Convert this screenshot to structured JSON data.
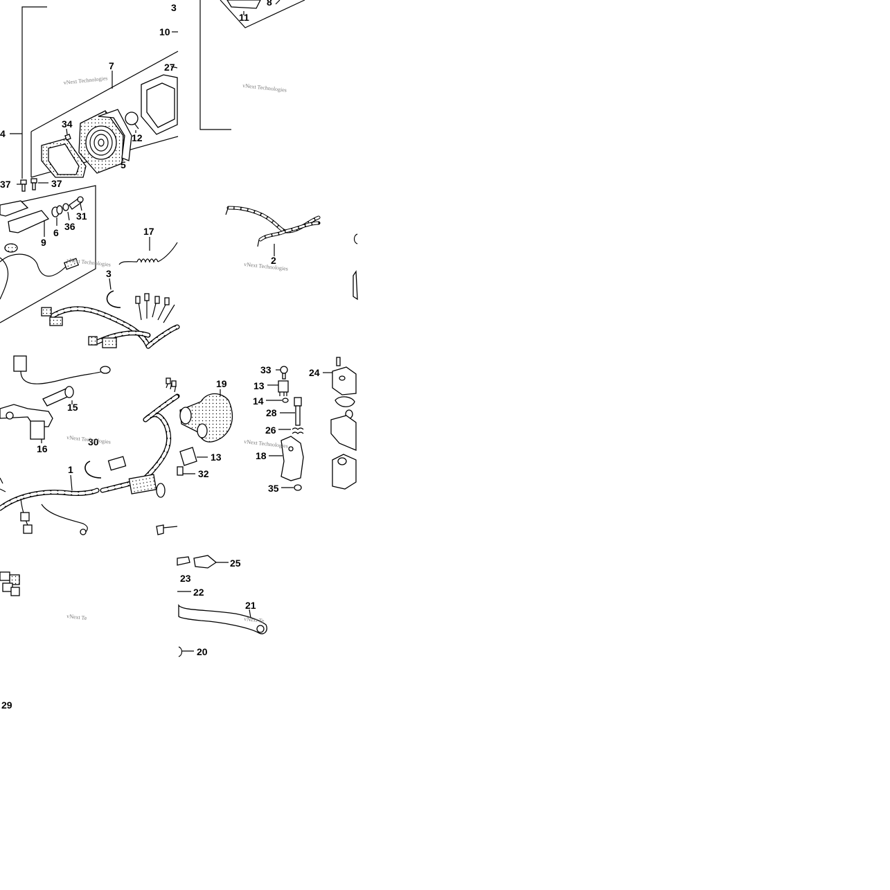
{
  "callouts": [
    {
      "id": "3",
      "text": "3"
    },
    {
      "id": "10",
      "text": "10"
    },
    {
      "id": "11",
      "text": "11"
    },
    {
      "id": "8a",
      "text": "8"
    },
    {
      "id": "7",
      "text": "7"
    },
    {
      "id": "27",
      "text": "27"
    },
    {
      "id": "4",
      "text": "4"
    },
    {
      "id": "34",
      "text": "34"
    },
    {
      "id": "12",
      "text": "12"
    },
    {
      "id": "5",
      "text": "5"
    },
    {
      "id": "37a",
      "text": "37"
    },
    {
      "id": "37b",
      "text": "37"
    },
    {
      "id": "31",
      "text": "31"
    },
    {
      "id": "36",
      "text": "36"
    },
    {
      "id": "6",
      "text": "6"
    },
    {
      "id": "9",
      "text": "9"
    },
    {
      "id": "17",
      "text": "17"
    },
    {
      "id": "2",
      "text": "2"
    },
    {
      "id": "3b",
      "text": "3"
    },
    {
      "id": "33",
      "text": "33"
    },
    {
      "id": "24",
      "text": "24"
    },
    {
      "id": "13a",
      "text": "13"
    },
    {
      "id": "14",
      "text": "14"
    },
    {
      "id": "19",
      "text": "19"
    },
    {
      "id": "28",
      "text": "28"
    },
    {
      "id": "26",
      "text": "26"
    },
    {
      "id": "15",
      "text": "15"
    },
    {
      "id": "16",
      "text": "16"
    },
    {
      "id": "30",
      "text": "30"
    },
    {
      "id": "13b",
      "text": "13"
    },
    {
      "id": "18",
      "text": "18"
    },
    {
      "id": "32",
      "text": "32"
    },
    {
      "id": "1",
      "text": "1"
    },
    {
      "id": "35",
      "text": "35"
    },
    {
      "id": "25",
      "text": "25"
    },
    {
      "id": "23",
      "text": "23"
    },
    {
      "id": "22",
      "text": "22"
    },
    {
      "id": "21",
      "text": "21"
    },
    {
      "id": "20",
      "text": "20"
    },
    {
      "id": "29",
      "text": "29"
    }
  ],
  "watermarks": [
    {
      "id": "wm1",
      "text": "vNext Technologies"
    },
    {
      "id": "wm2",
      "text": "vNext Technologies"
    },
    {
      "id": "wm3",
      "text": "vNext Technologies"
    },
    {
      "id": "wm4",
      "text": "vNext Technologies"
    },
    {
      "id": "wm5",
      "text": "vNext Technologies"
    },
    {
      "id": "wm6",
      "text": "vNext Technologies"
    },
    {
      "id": "wm7",
      "text": "vNext Te"
    },
    {
      "id": "wm8",
      "text": "vNext Te"
    }
  ]
}
